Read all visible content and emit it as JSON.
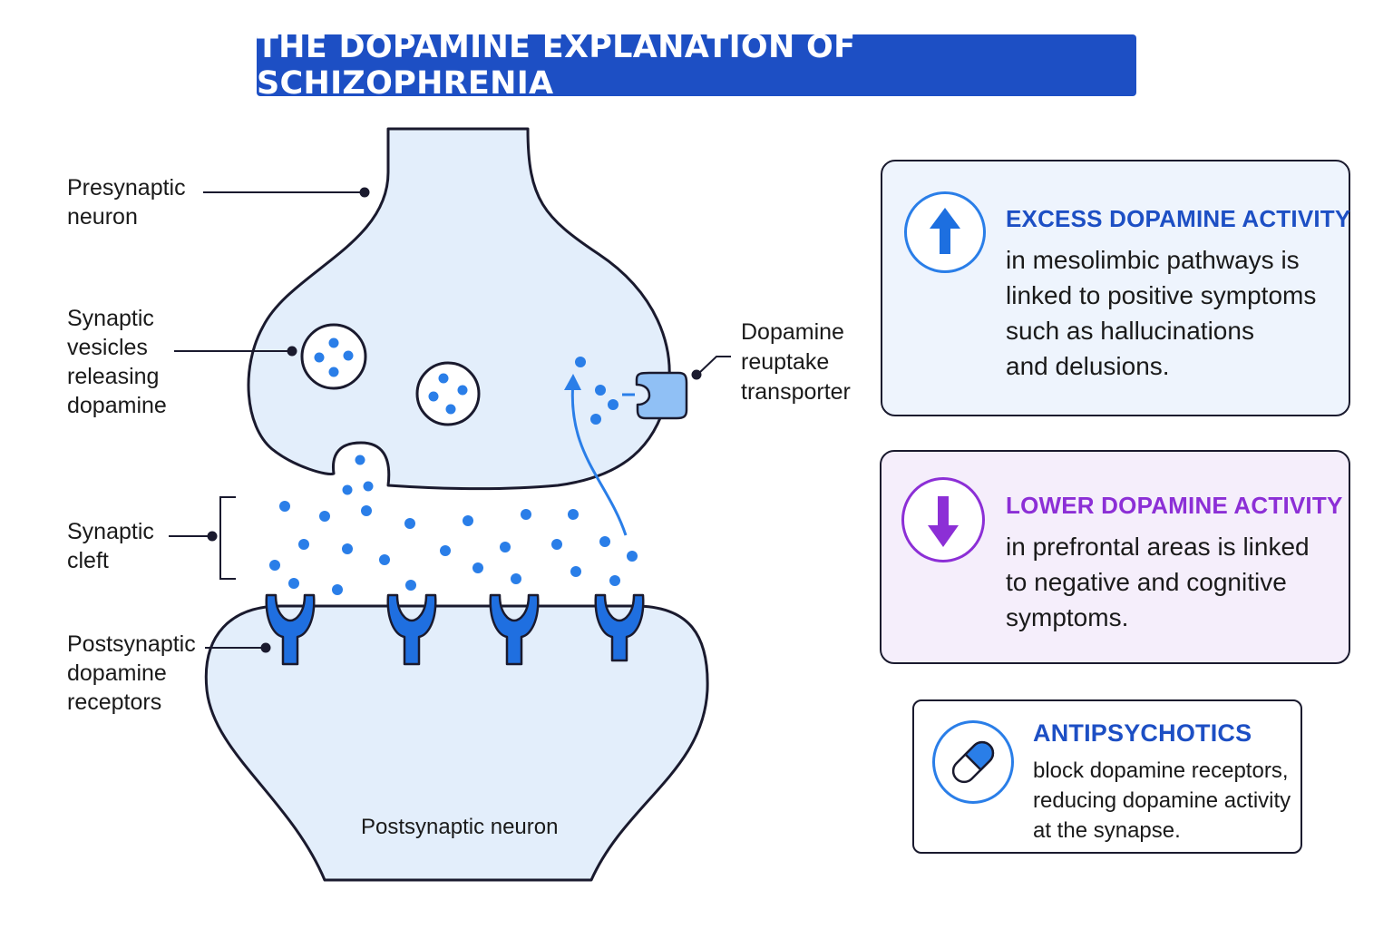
{
  "title": "THE DOPAMINE EXPLANATION OF SCHIZOPHRENIA",
  "labels": {
    "presynaptic": [
      "Presynaptic",
      "neuron"
    ],
    "vesicles": [
      "Synaptic",
      "vesicles",
      "releasing",
      "dopamine"
    ],
    "cleft": [
      "Synaptic",
      "cleft"
    ],
    "receptors": [
      "Postsynaptic",
      "dopamine",
      "receptors"
    ],
    "transporter": [
      "Dopamine",
      "reuptake",
      "transporter"
    ],
    "postsynaptic_neuron": "Postsynaptic neuron"
  },
  "cards": {
    "excess": {
      "heading": "EXCESS DOPAMINE ACTIVITY",
      "lines": [
        "in mesolimbic pathways is",
        "linked to positive symptoms",
        "such as hallucinations",
        "and delusions."
      ],
      "icon": "arrow-up-icon"
    },
    "lower": {
      "heading": "LOWER DOPAMINE ACTIVITY",
      "lines": [
        "in prefrontal areas is linked",
        "to negative and cognitive",
        "symptoms."
      ],
      "icon": "arrow-down-icon"
    },
    "antipsychotics": {
      "heading": "ANTIPSYCHOTICS",
      "lines": [
        "block dopamine receptors,",
        "reducing dopamine activity",
        "at the synapse."
      ],
      "icon": "pill-icon"
    }
  },
  "colors": {
    "title_bg": "#1d4fc4",
    "neuron_fill": "#e3eefb",
    "dopamine_dot": "#2a7ee8",
    "receptor": "#1f6fe0",
    "excess_accent": "#1d4fc4",
    "lower_accent": "#8c2fd6",
    "outline": "#1a1a2e"
  }
}
